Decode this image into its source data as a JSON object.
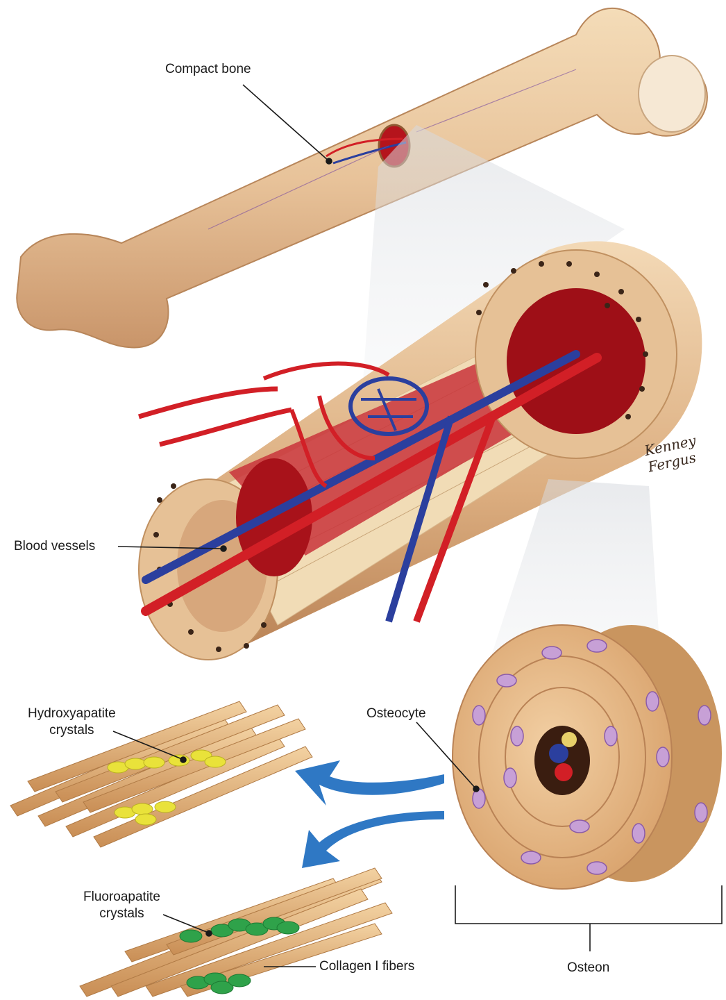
{
  "labels": {
    "compact_bone": "Compact bone",
    "blood_vessels": "Blood vessels",
    "hydroxyapatite_line1": "Hydroxyapatite",
    "hydroxyapatite_line2": "crystals",
    "osteocyte": "Osteocyte",
    "fluoroapatite_line1": "Fluoroapatite",
    "fluoroapatite_line2": "crystals",
    "collagen_fibers": "Collagen I fibers",
    "osteon": "Osteon"
  },
  "colors": {
    "bone": "#e8c8a0",
    "bone_dark": "#c9956a",
    "marrow": "#b5141c",
    "artery": "#d21f26",
    "vein": "#2b3f9e",
    "osteocyte": "#c7a0d6",
    "hydroxyapatite": "#e9e23a",
    "fluoroapatite": "#2fa24a",
    "arrow": "#2f78c4",
    "fiber": "#e2b27a"
  }
}
